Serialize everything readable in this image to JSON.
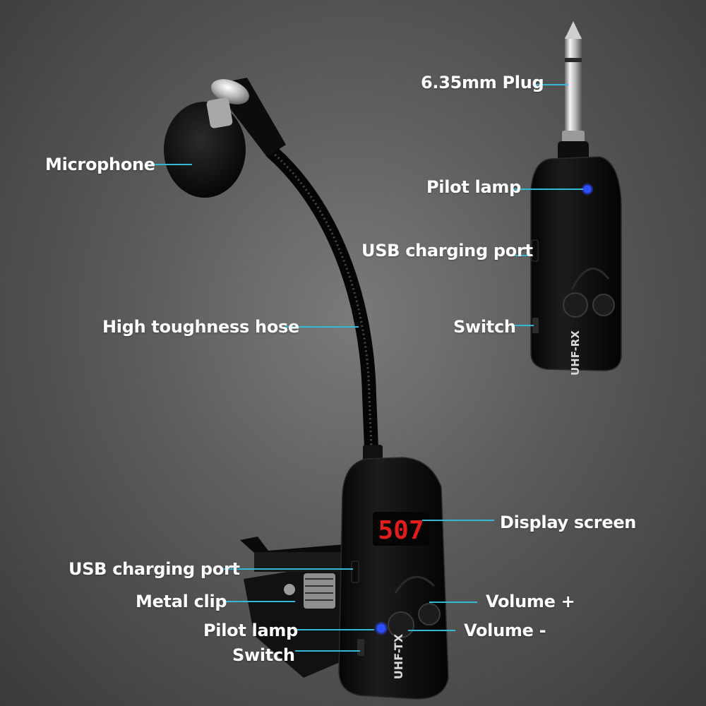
{
  "colors": {
    "leader_line": "#35b8d4",
    "device_body": "#141414",
    "pilot_lamp": "#2a4cff",
    "display_text": "#e21b1b"
  },
  "labels": {
    "microphone": "Microphone",
    "high_toughness_hose": "High toughness hose",
    "usb_port_transmitter": "USB charging port",
    "metal_clip": "Metal clip",
    "pilot_lamp_transmitter": "Pilot lamp",
    "switch_transmitter": "Switch",
    "display_screen": "Display screen",
    "volume_plus": "Volume +",
    "volume_minus": "Volume -",
    "plug": "6.35mm Plug",
    "pilot_lamp_receiver": "Pilot lamp",
    "usb_port_receiver": "USB charging port",
    "switch_receiver": "Switch"
  },
  "devices": {
    "transmitter_brand": "UHF-TX",
    "receiver_brand": "UHF-RX",
    "display_readout": "507"
  }
}
